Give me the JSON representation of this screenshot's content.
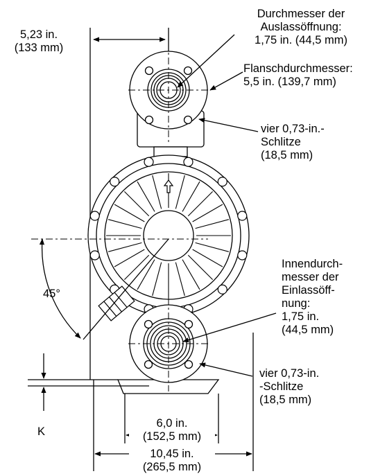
{
  "dimensions": {
    "top_width": [
      "5,23 in.",
      "(133 mm)"
    ],
    "outlet_diameter": [
      "Durchmesser der",
      "Auslassöffnung:",
      "1,75 in. (44,5 mm)"
    ],
    "flange_diameter": [
      "Flanschdurchmesser:",
      "5,5 in. (139,7 mm)"
    ],
    "outlet_slots": [
      "vier 0,73-in.-",
      "Schlitze",
      "(18,5 mm)"
    ],
    "inlet_inner_diameter": [
      "Innendurch-",
      "messer der",
      "Einlassöff-",
      "nung:",
      "1,75 in.",
      "(44,5 mm)"
    ],
    "inlet_slots": [
      "vier 0,73-in.",
      "-Schlitze",
      "(18,5 mm)"
    ],
    "angle": "45°",
    "height_k": "K",
    "mount_width": [
      "6,0 in.",
      "(152,5 mm)"
    ],
    "overall_width": [
      "10,45 in.",
      "(265,5 mm)"
    ]
  },
  "colors": {
    "line": "#000000",
    "background": "#ffffff",
    "fill": "#ffffff"
  }
}
